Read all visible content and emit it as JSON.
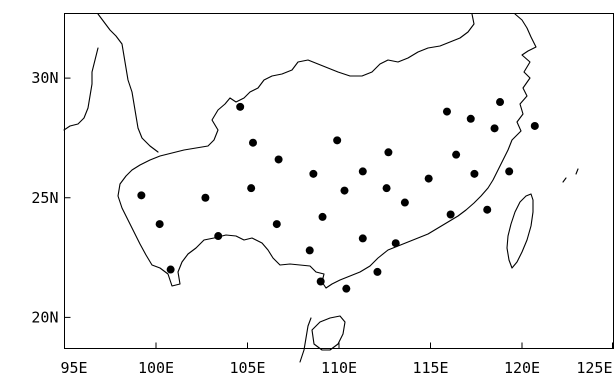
{
  "chart_data": {
    "type": "scatter",
    "x_range": [
      95,
      125
    ],
    "y_range": [
      18.7,
      32.7
    ],
    "x_ticks": [
      {
        "value": 95,
        "label": "95E"
      },
      {
        "value": 100,
        "label": "100E"
      },
      {
        "value": 105,
        "label": "105E"
      },
      {
        "value": 110,
        "label": "110E"
      },
      {
        "value": 115,
        "label": "115E"
      },
      {
        "value": 120,
        "label": "120E"
      },
      {
        "value": 125,
        "label": "125E"
      }
    ],
    "y_ticks": [
      {
        "value": 20,
        "label": "20N"
      },
      {
        "value": 25,
        "label": "25N"
      },
      {
        "value": 30,
        "label": "30N"
      }
    ],
    "grid": false,
    "marker_color": "#000000",
    "stations": [
      {
        "lon": 104.6,
        "lat": 28.8
      },
      {
        "lon": 105.3,
        "lat": 27.3
      },
      {
        "lon": 106.7,
        "lat": 26.6
      },
      {
        "lon": 108.6,
        "lat": 26.0
      },
      {
        "lon": 109.9,
        "lat": 27.4
      },
      {
        "lon": 111.3,
        "lat": 26.1
      },
      {
        "lon": 112.7,
        "lat": 26.9
      },
      {
        "lon": 115.9,
        "lat": 28.6
      },
      {
        "lon": 117.2,
        "lat": 28.3
      },
      {
        "lon": 118.5,
        "lat": 27.9
      },
      {
        "lon": 118.8,
        "lat": 29.0
      },
      {
        "lon": 120.7,
        "lat": 28.0
      },
      {
        "lon": 99.2,
        "lat": 25.1
      },
      {
        "lon": 100.2,
        "lat": 23.9
      },
      {
        "lon": 100.8,
        "lat": 22.0
      },
      {
        "lon": 102.7,
        "lat": 25.0
      },
      {
        "lon": 103.4,
        "lat": 23.4
      },
      {
        "lon": 105.2,
        "lat": 25.4
      },
      {
        "lon": 106.6,
        "lat": 23.9
      },
      {
        "lon": 108.4,
        "lat": 22.8
      },
      {
        "lon": 109.1,
        "lat": 24.2
      },
      {
        "lon": 109.0,
        "lat": 21.5
      },
      {
        "lon": 110.3,
        "lat": 25.3
      },
      {
        "lon": 110.4,
        "lat": 21.2
      },
      {
        "lon": 111.3,
        "lat": 23.3
      },
      {
        "lon": 112.1,
        "lat": 21.9
      },
      {
        "lon": 112.6,
        "lat": 25.4
      },
      {
        "lon": 113.1,
        "lat": 23.1
      },
      {
        "lon": 113.6,
        "lat": 24.8
      },
      {
        "lon": 114.9,
        "lat": 25.8
      },
      {
        "lon": 116.1,
        "lat": 24.3
      },
      {
        "lon": 116.4,
        "lat": 26.8
      },
      {
        "lon": 117.4,
        "lat": 26.0
      },
      {
        "lon": 118.1,
        "lat": 24.5
      },
      {
        "lon": 119.3,
        "lat": 26.1
      }
    ]
  }
}
